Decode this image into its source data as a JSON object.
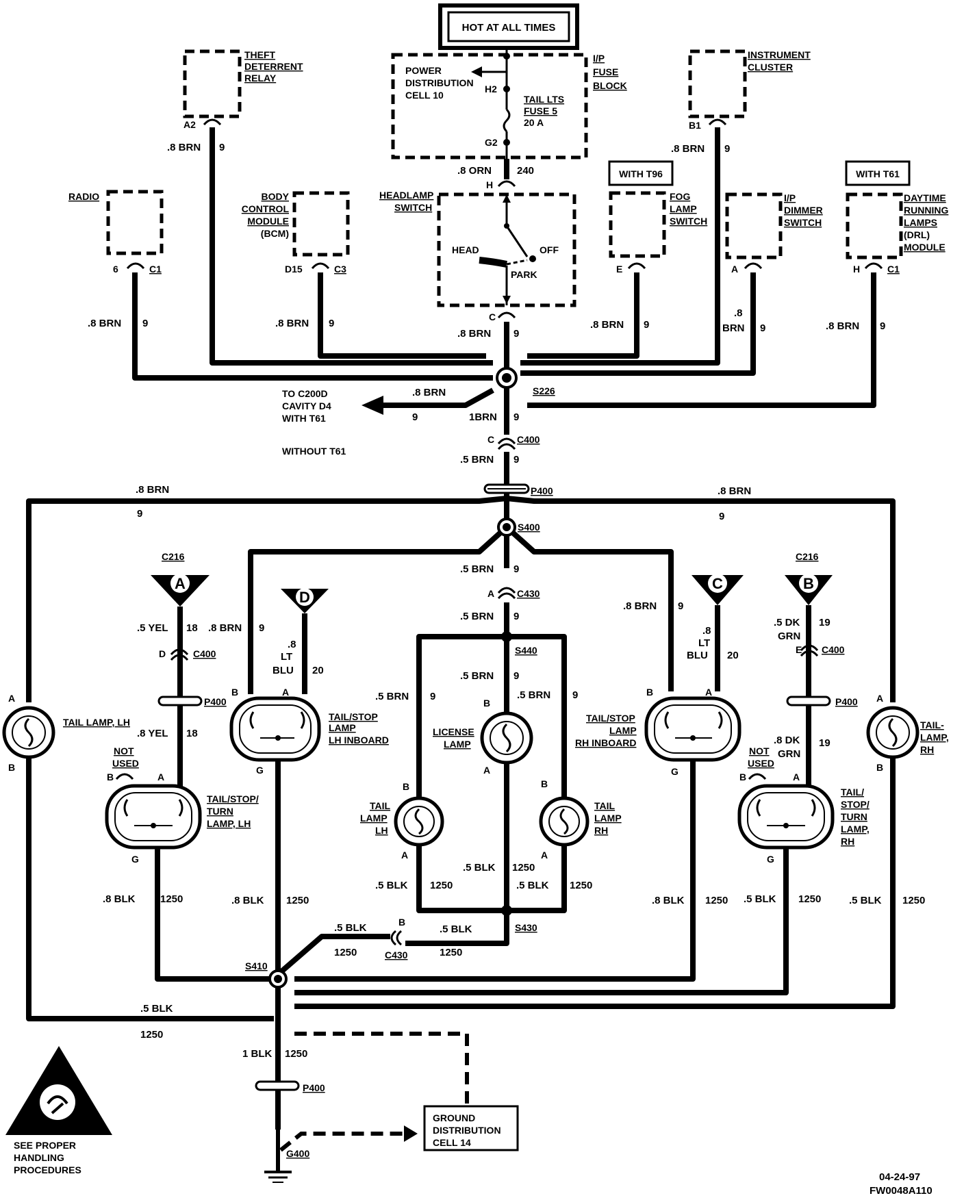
{
  "header": {
    "hot": "HOT AT ALL TIMES"
  },
  "fuse_block": {
    "pdc": [
      "POWER",
      "DISTRIBUTION",
      "CELL  10"
    ],
    "name": [
      "I/P",
      "FUSE",
      "BLOCK"
    ],
    "fuse": [
      "TAIL LTS",
      "FUSE 5",
      "20 A"
    ],
    "h2": "H2",
    "g2": "G2"
  },
  "components": {
    "theft": [
      "THEFT",
      "DETERRENT",
      "RELAY"
    ],
    "instrument": [
      "INSTRUMENT",
      "CLUSTER"
    ],
    "radio": "RADIO",
    "bcm": [
      "BODY",
      "CONTROL",
      "MODULE",
      "(BCM)"
    ],
    "headlamp": [
      "HEADLAMP",
      "SWITCH"
    ],
    "fog": [
      "FOG",
      "LAMP",
      "SWITCH"
    ],
    "dimmer": [
      "I/P",
      "DIMMER",
      "SWITCH"
    ],
    "drl": [
      "DAYTIME",
      "RUNNING",
      "LAMPS",
      "(DRL)",
      "MODULE"
    ],
    "with_t96": "WITH T96",
    "with_t61": "WITH T61",
    "head": "HEAD",
    "off": "OFF",
    "park": "PARK",
    "tail_lamp_lh_outer": "TAIL LAMP, LH",
    "tail_lamp_rh_outer": [
      "TAIL-",
      "LAMP,",
      "RH"
    ],
    "tail_stop_lh_inboard": [
      "TAIL/STOP",
      "LAMP",
      "LH  INBOARD"
    ],
    "tail_stop_rh_inboard": [
      "TAIL/STOP",
      "LAMP",
      "RH  INBOARD"
    ],
    "license": [
      "LICENSE",
      "LAMP"
    ],
    "tail_lamp_lh": [
      "TAIL",
      "LAMP",
      "LH"
    ],
    "tail_lamp_rh": [
      "TAIL",
      "LAMP",
      "RH"
    ],
    "tst_lh": [
      "TAIL/STOP/",
      "TURN",
      "LAMP, LH"
    ],
    "tst_rh": [
      "TAIL/",
      "STOP/",
      "TURN",
      "LAMP,",
      "RH"
    ],
    "not_used": [
      "NOT",
      "USED"
    ],
    "ground_dist": [
      "GROUND",
      "DISTRIBUTION",
      "CELL  14"
    ],
    "to_c200d": [
      "TO C200D",
      "CAVITY D4",
      "WITH T61"
    ],
    "without_t61": "WITHOUT T61"
  },
  "connectors": {
    "c400": "C400",
    "p400": "P400",
    "s226": "S226",
    "s400": "S400",
    "c430": "C430",
    "s440": "S440",
    "s430": "S430",
    "s410": "S410",
    "c216": "C216",
    "g400": "G400",
    "c1": "C1",
    "c3": "C3"
  },
  "pins": {
    "a2": "A2",
    "b1": "B1",
    "p6": "6",
    "d15": "D15",
    "e": "E",
    "a": "A",
    "b": "B",
    "c": "C",
    "d": "D",
    "g": "G",
    "h": "H"
  },
  "wires": {
    "brn8": ".8 BRN",
    "brn5": ".5 BRN",
    "brn1": "1BRN",
    "n9": "9",
    "orn": ".8 ORN",
    "n240": "240",
    "yel5": ".5 YEL",
    "yel8": ".8 YEL",
    "n18": "18",
    "lt": ".8",
    "lt2": "LT",
    "blu": "BLU",
    "n20": "20",
    "dkgrn5": ".5 DK",
    "dkgrn8": ".8 DK",
    "grn": "GRN",
    "n19": "19",
    "blk5": ".5 BLK",
    "blk8": ".8 BLK",
    "blk1": "1 BLK",
    "n1250": "1250",
    "brn8a": ".8",
    "brn_b": "BRN"
  },
  "circles": {
    "A": "A",
    "D": "D",
    "C": "C",
    "B": "B"
  },
  "footer": {
    "warning": [
      "SEE PROPER",
      "HANDLING",
      "PROCEDURES"
    ],
    "date": "04-24-97",
    "code": "FW0048A110"
  }
}
